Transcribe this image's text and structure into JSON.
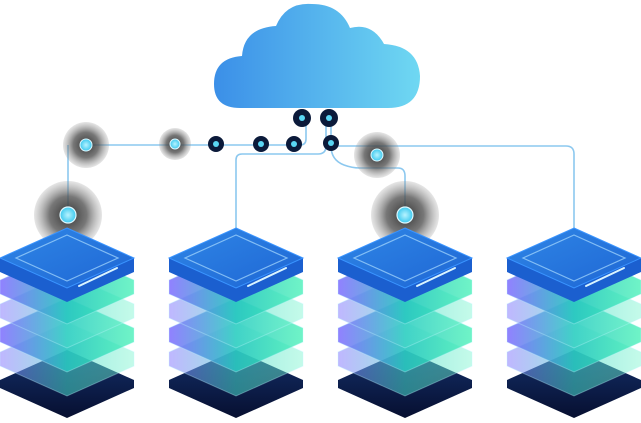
{
  "colors": {
    "cloud_left": "#3b8fe8",
    "cloud_right": "#6fd8f2",
    "connector_line": "#8cc8ef",
    "node_glow": "#5a5a5a",
    "node_core": "#5ad6f4",
    "dot_dark": "#0b1a3a",
    "server_top": "#2a7de0",
    "server_top_border": "#a9dcff",
    "layer_green": "#2fe0b0",
    "layer_violet": "#7d6bff",
    "layer_teal": "#1ec2c8",
    "base_dark": "#0a1640"
  },
  "icons": {
    "cloud": "cloud-icon",
    "server": "server-stack-icon",
    "node": "network-node-icon"
  },
  "servers": [
    {
      "name": "server-stack-1",
      "connected": true
    },
    {
      "name": "server-stack-2",
      "connected": true
    },
    {
      "name": "server-stack-3",
      "connected": true
    },
    {
      "name": "server-stack-4",
      "connected": true
    }
  ]
}
